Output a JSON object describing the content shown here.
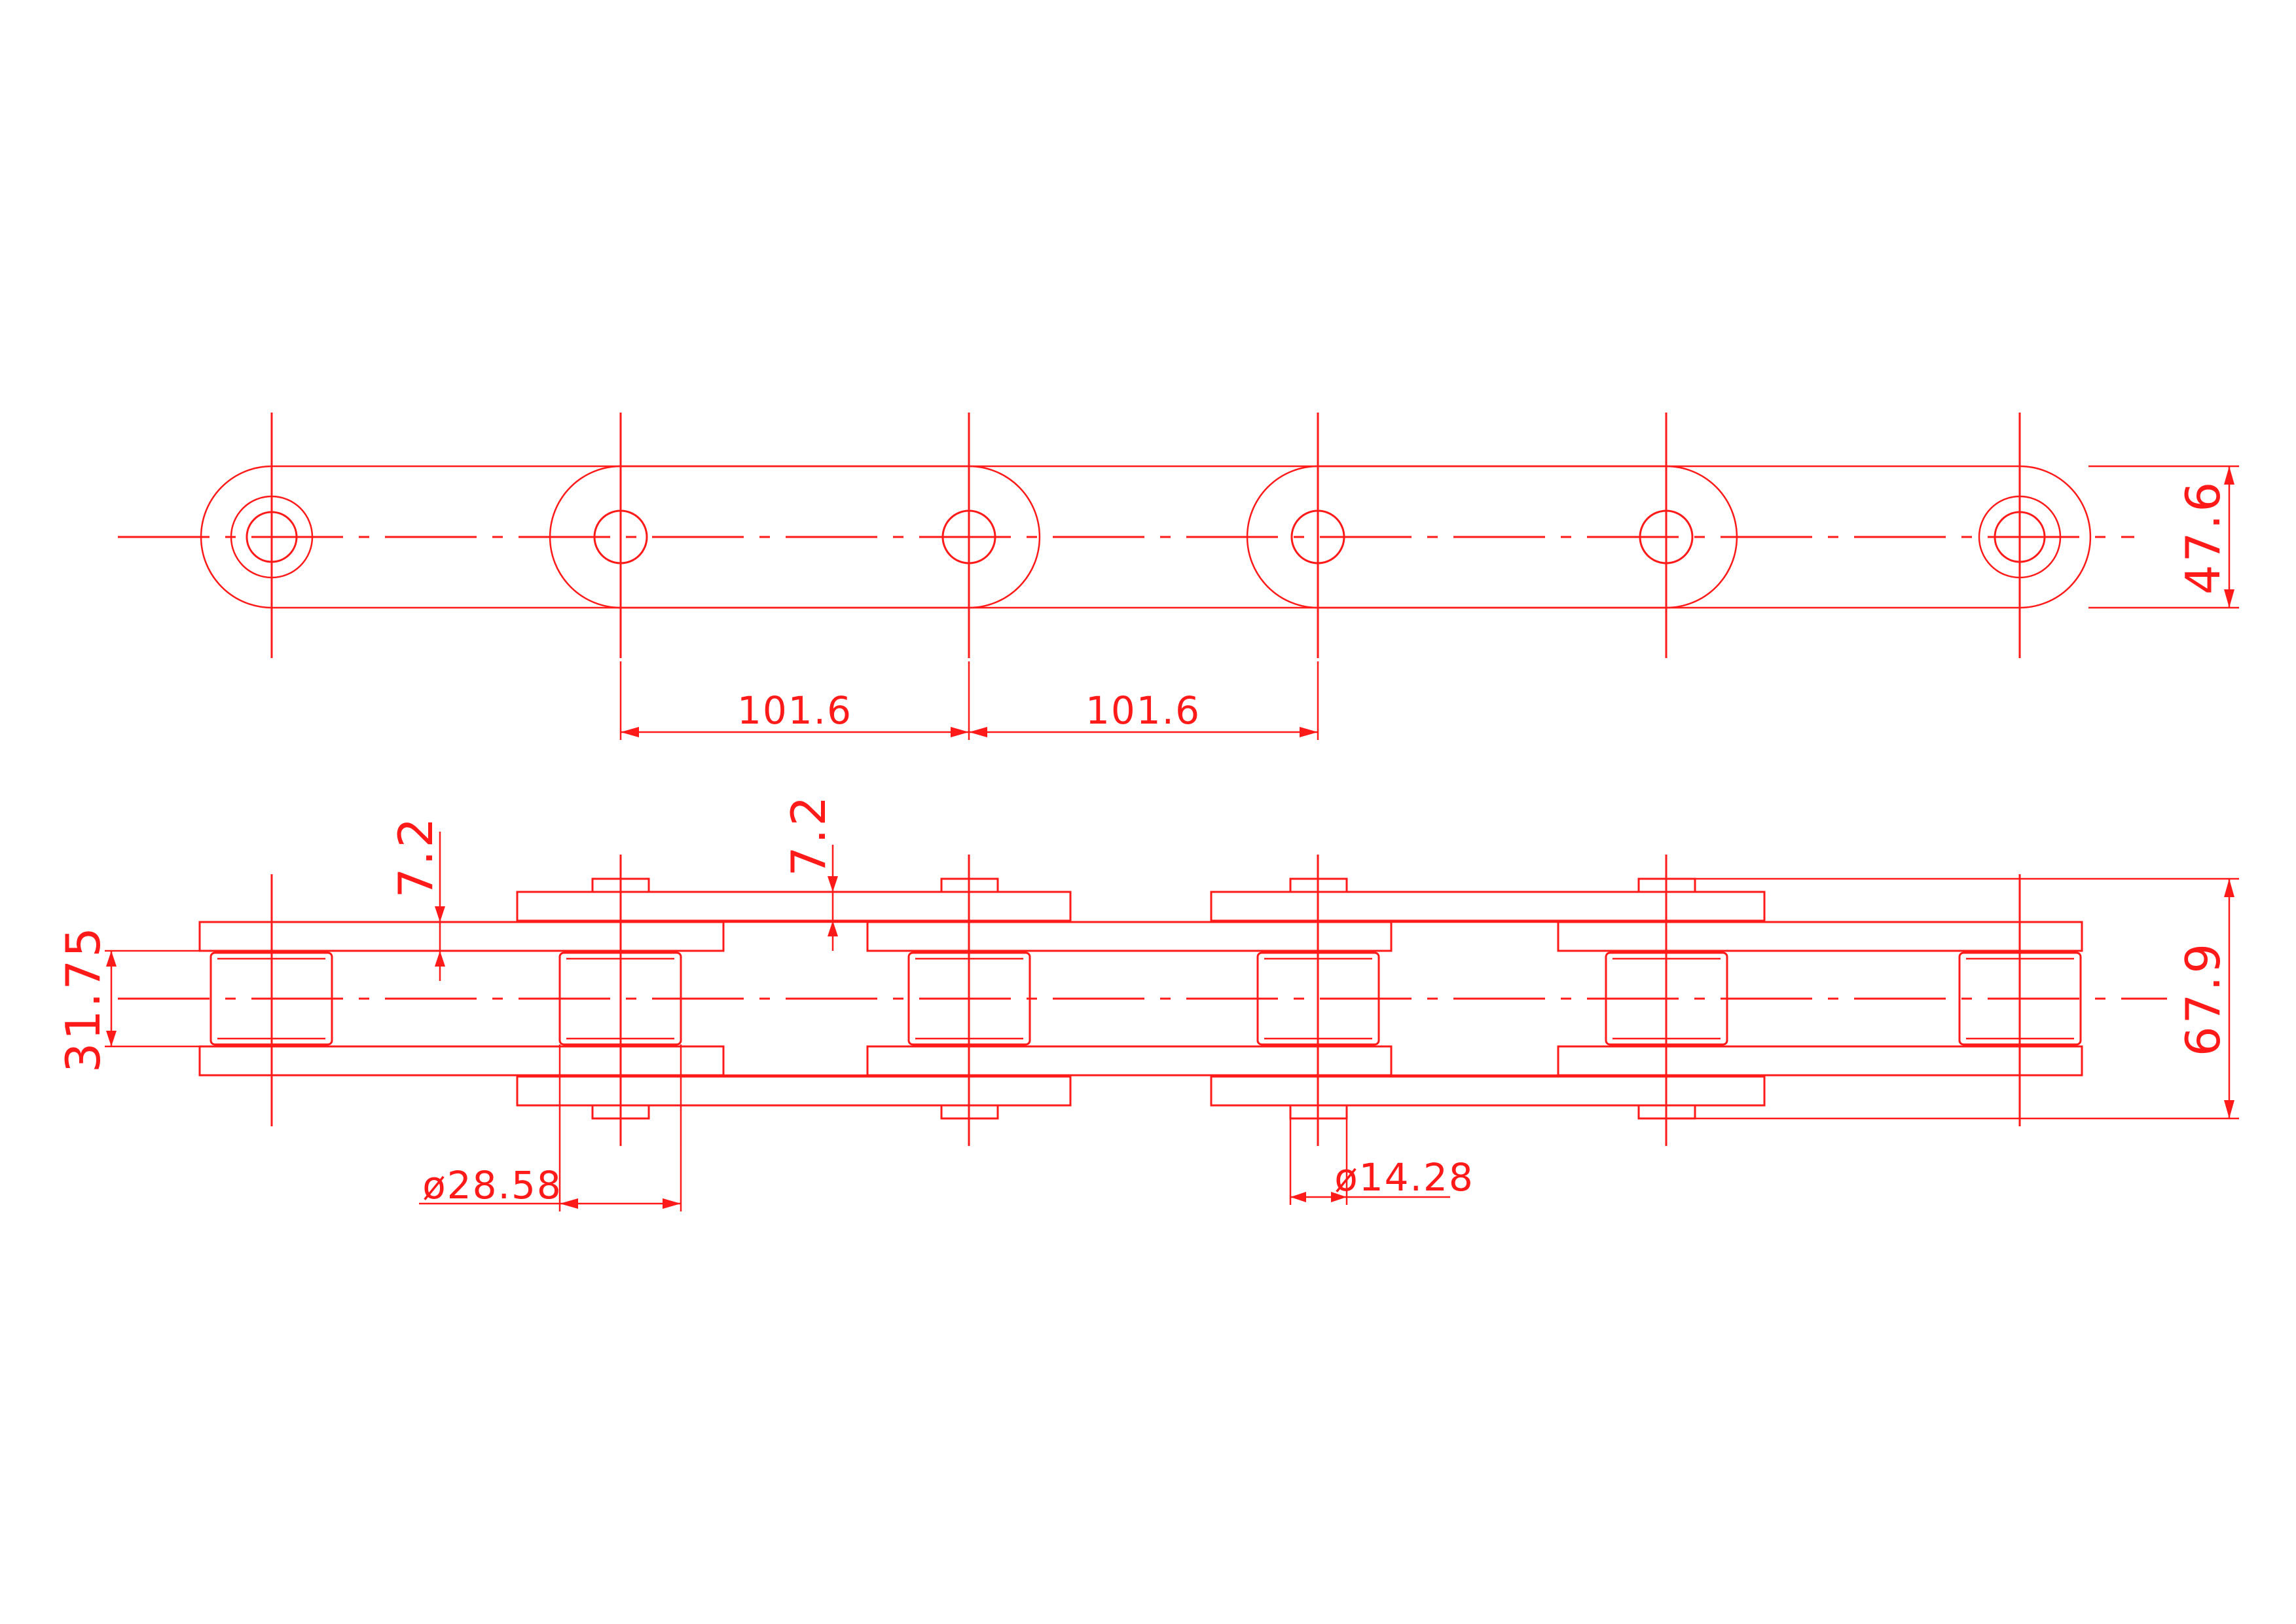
{
  "drawing": {
    "line_color": "#ff1a1a",
    "background": "#ffffff",
    "dimensions": {
      "pitch_1": "101.6",
      "pitch_2": "101.6",
      "plate_height": "47.6",
      "plate_thickness_outer": "7.2",
      "plate_thickness_inner": "7.2",
      "inner_width": "31.75",
      "overall_width": "67.9",
      "roller_diameter": "ø28.58",
      "pin_diameter": "ø14.28"
    }
  }
}
